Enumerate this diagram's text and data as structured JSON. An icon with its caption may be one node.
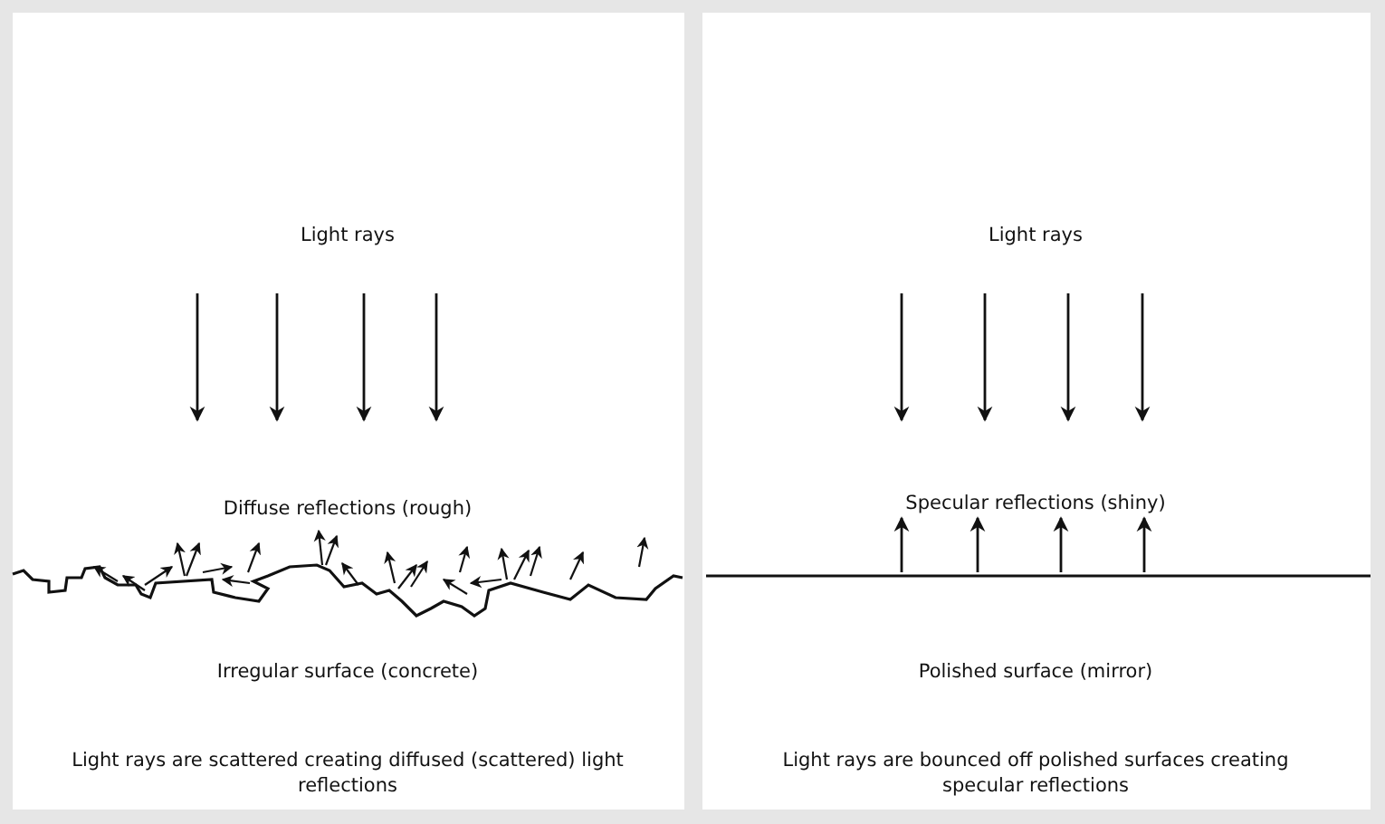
{
  "diagram": {
    "labels": [
      "Light rays",
      "Diffuse reflections (rough)",
      "Irregular surface (concrete)",
      "Light rays are scattered creating diffused (scattered) light reflections",
      "Light rays",
      "Specular reflections (shiny)",
      "Polished surface (mirror)",
      "Light rays are bounced off polished surfaces creating specular reflections"
    ]
  }
}
